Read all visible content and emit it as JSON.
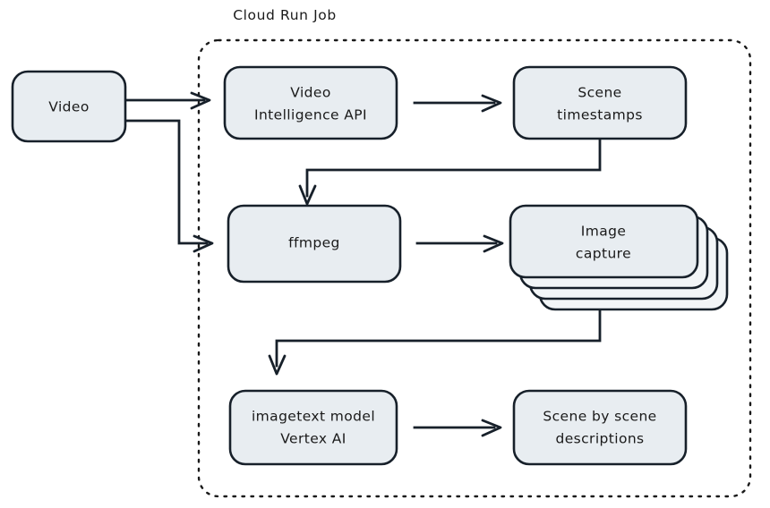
{
  "diagram": {
    "title": "Cloud Run Job",
    "background_color": "#ffffff",
    "node_fill_color": "#e8edf1",
    "node_stroke_color": "#17202a",
    "text_color": "#1a1a1a",
    "group": {
      "label": "Cloud Run Job",
      "border_style": "dotted"
    },
    "nodes": [
      {
        "id": "video",
        "label_lines": [
          "Video"
        ],
        "line1": "Video",
        "line2": "",
        "shape": "rounded-rect",
        "inside_group": false
      },
      {
        "id": "video-intelligence-api",
        "label_lines": [
          "Video",
          "Intelligence API"
        ],
        "line1": "Video",
        "line2": "Intelligence API",
        "shape": "rounded-rect",
        "inside_group": true
      },
      {
        "id": "scene-timestamps",
        "label_lines": [
          "Scene",
          "timestamps"
        ],
        "line1": "Scene",
        "line2": "timestamps",
        "shape": "rounded-rect",
        "inside_group": true
      },
      {
        "id": "ffmpeg",
        "label_lines": [
          "ffmpeg"
        ],
        "line1": "ffmpeg",
        "line2": "",
        "shape": "rounded-rect",
        "inside_group": true
      },
      {
        "id": "image-capture",
        "label_lines": [
          "Image",
          "capture"
        ],
        "line1": "Image",
        "line2": "capture",
        "shape": "stacked-rect",
        "stack_count": 4,
        "inside_group": true
      },
      {
        "id": "imagetext-model-vertex-ai",
        "label_lines": [
          "imagetext model",
          "Vertex AI"
        ],
        "line1": "imagetext model",
        "line2": "Vertex AI",
        "shape": "rounded-rect",
        "inside_group": true
      },
      {
        "id": "scene-by-scene-descriptions",
        "label_lines": [
          "Scene by scene",
          "descriptions"
        ],
        "line1": "Scene by scene",
        "line2": "descriptions",
        "shape": "rounded-rect",
        "inside_group": true
      }
    ],
    "edges": [
      {
        "id": "video-to-vi-api",
        "from": "video",
        "to": "video-intelligence-api",
        "routing": "straight-right"
      },
      {
        "id": "video-to-ffmpeg",
        "from": "video",
        "to": "ffmpeg",
        "routing": "right-down-right"
      },
      {
        "id": "vi-api-to-scene-timestamps",
        "from": "video-intelligence-api",
        "to": "scene-timestamps",
        "routing": "straight-right"
      },
      {
        "id": "scene-timestamps-to-ffmpeg",
        "from": "scene-timestamps",
        "to": "ffmpeg",
        "routing": "down-left-down"
      },
      {
        "id": "ffmpeg-to-image-capture",
        "from": "ffmpeg",
        "to": "image-capture",
        "routing": "straight-right"
      },
      {
        "id": "image-capture-to-imagetext",
        "from": "image-capture",
        "to": "imagetext-model-vertex-ai",
        "routing": "down-left-down"
      },
      {
        "id": "imagetext-to-descriptions",
        "from": "imagetext-model-vertex-ai",
        "to": "scene-by-scene-descriptions",
        "routing": "straight-right"
      }
    ]
  }
}
